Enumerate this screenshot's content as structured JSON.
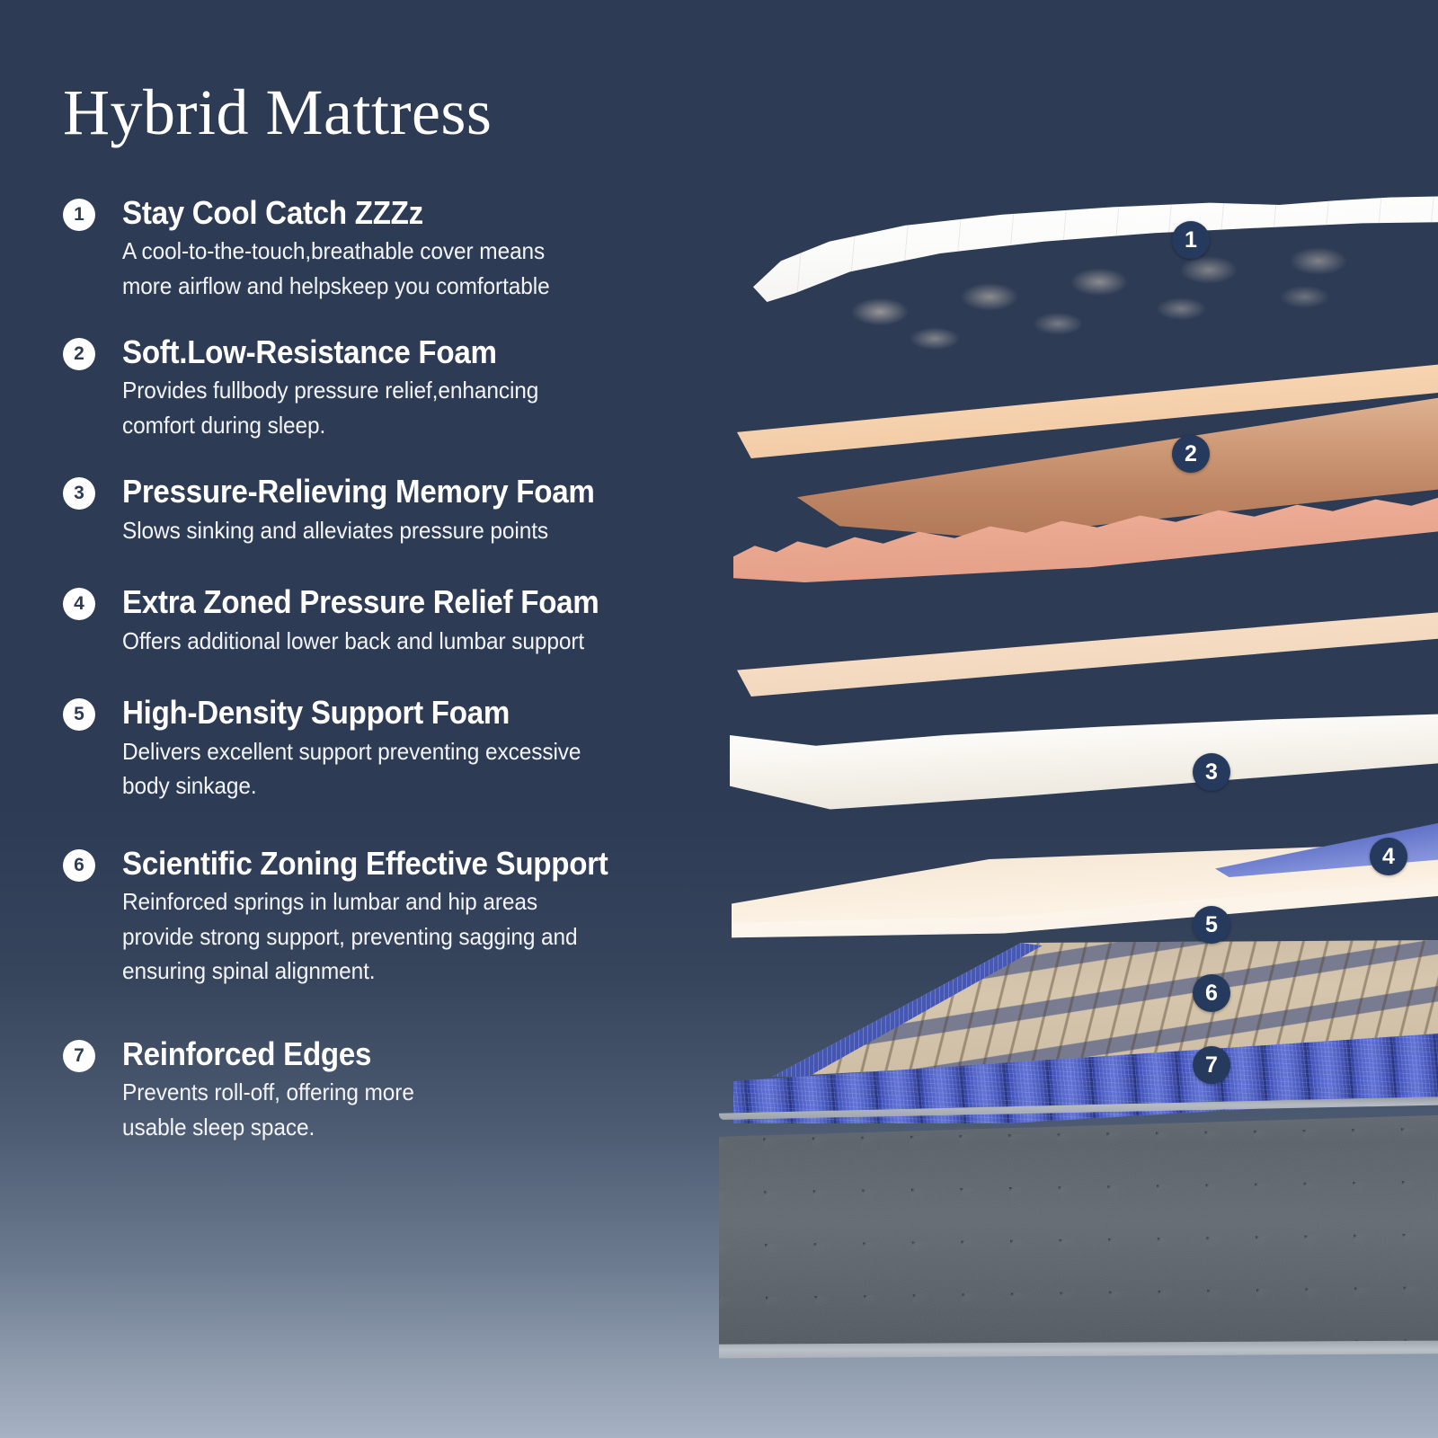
{
  "page": {
    "title": "Hybrid Mattress",
    "background_top_color": "#2d3b55",
    "background_bottom_color": "#a6b2c2",
    "badge_fill_color": "#ffffff",
    "badge_text_color": "#2d3b55",
    "illustration_badge_fill_color": "#253a5c",
    "illustration_badge_text_color": "#ffffff"
  },
  "features": [
    {
      "number": "1",
      "title": "Stay Cool Catch ZZZz",
      "desc_lines": [
        "A cool-to-the-touch,breathable cover means",
        "more airflow and helpskeep you comfortable"
      ]
    },
    {
      "number": "2",
      "title": "Soft.Low-Resistance Foam",
      "desc_lines": [
        "Provides fullbody pressure relief,enhancing",
        "comfort during sleep."
      ]
    },
    {
      "number": "3",
      "title": "Pressure-Relieving Memory Foam",
      "desc_lines": [
        "Slows sinking and alleviates pressure points"
      ]
    },
    {
      "number": "4",
      "title": "Extra Zoned Pressure Relief Foam",
      "desc_lines": [
        "Offers additional lower back and lumbar support"
      ]
    },
    {
      "number": "5",
      "title": "High-Density Support Foam",
      "desc_lines": [
        "Delivers excellent support preventing excessive",
        "body sinkage."
      ]
    },
    {
      "number": "6",
      "title": "Scientific Zoning Effective Support",
      "desc_lines": [
        "Reinforced springs in lumbar and hip areas",
        "provide strong support, preventing sagging and",
        "ensuring spinal alignment."
      ]
    },
    {
      "number": "7",
      "title": "Reinforced Edges",
      "desc_lines": [
        "Prevents roll-off, offering more",
        "usable sleep space."
      ]
    }
  ],
  "illustration": {
    "callouts": [
      {
        "number": "1",
        "layer": "cooling-cover-layer",
        "color": "#b08a68"
      },
      {
        "number": "2",
        "layer": "low-resistance-foam-layer",
        "color": "#cf9b79"
      },
      {
        "number": "3",
        "layer": "memory-foam-layer",
        "color": "#ffffff"
      },
      {
        "number": "4",
        "layer": "zoned-pressure-relief-foam-layer",
        "color": "#5a6cc4"
      },
      {
        "number": "5",
        "layer": "high-density-support-foam-layer",
        "color": "#fcf2e4"
      },
      {
        "number": "6",
        "layer": "zoned-pocket-spring-layer",
        "color": "#d6c6ae"
      },
      {
        "number": "7",
        "layer": "reinforced-edge-coil-layer",
        "color": "#4051b8"
      }
    ]
  }
}
